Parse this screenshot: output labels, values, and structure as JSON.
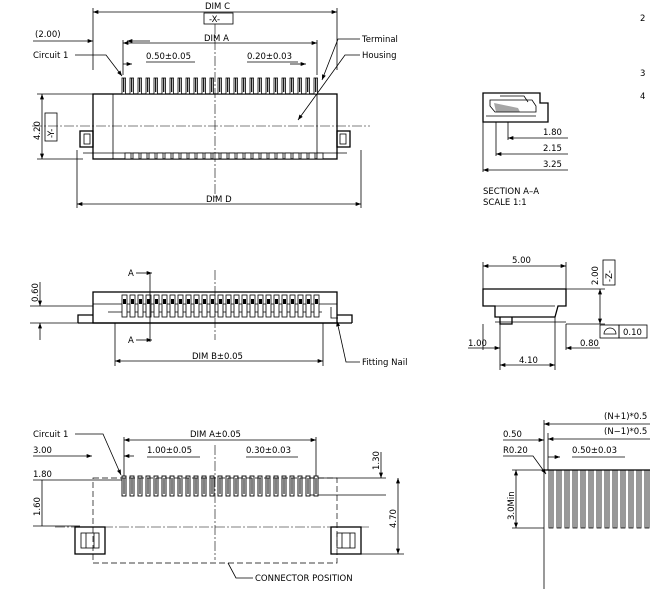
{
  "top_view": {
    "dim_c": "DIM C",
    "datum_x": "-X-",
    "dim_2": "(2.00)",
    "dim_a": "DIM A",
    "circuit_1": "Circuit 1",
    "pitch": "0.50±0.05",
    "width_tol": "0.20±0.03",
    "terminal": "Terminal",
    "housing": "Housing",
    "height": "4.20",
    "datum_y": "-Y-",
    "dim_d": "DIM D"
  },
  "front_view": {
    "height": "0.60",
    "section_mark": "A",
    "dim_b": "DIM B±0.05",
    "fitting_nail": "Fitting Nail"
  },
  "section_view": {
    "d1": "1.80",
    "d2": "2.15",
    "d3": "3.25",
    "caption": "SECTION  A–A",
    "scale": "SCALE      1:1"
  },
  "side_view": {
    "width": "5.00",
    "height": "2.00",
    "datum_z": "-Z-",
    "flatness": "0.10",
    "left": "1.00",
    "bottom": "4.10",
    "right": "0.80"
  },
  "pcb_layout": {
    "circuit_1": "Circuit 1",
    "dim_a": "DIM A±0.05",
    "d300": "3.00",
    "pitch": "1.00±0.05",
    "width_tol": "0.30±0.03",
    "d130": "1.30",
    "d180": "1.80",
    "d160": "1.60",
    "d470": "4.70",
    "connector_position": "CONNECTOR POSITION"
  },
  "fpc_view": {
    "n_plus": "(N+1)*0.5",
    "n_minus": "(N−1)*0.5",
    "d050": "0.50",
    "radius": "R0.20",
    "pitch": "0.50±0.03",
    "min_len": "3.0Min"
  },
  "notes": [
    "2",
    "3",
    "4"
  ]
}
